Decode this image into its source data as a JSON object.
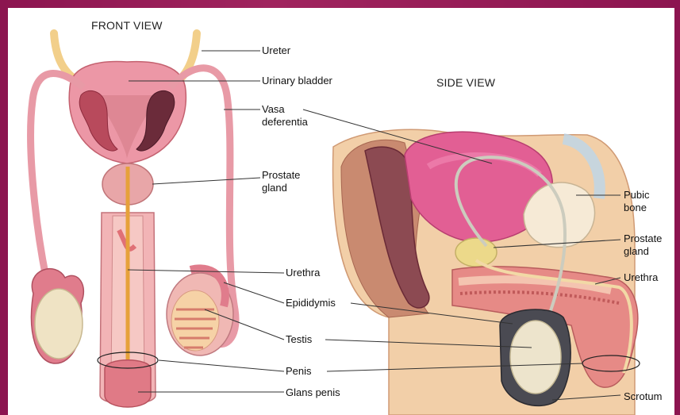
{
  "front_view": {
    "title": "FRONT VIEW",
    "labels": {
      "ureter": "Ureter",
      "urinary_bladder": "Urinary bladder",
      "vasa_deferentia_1": "Vasa",
      "vasa_deferentia_2": "deferentia",
      "prostate_gland_1": "Prostate",
      "prostate_gland_2": "gland",
      "urethra": "Urethra",
      "epididymis": "Epididymis",
      "testis": "Testis",
      "penis": "Penis",
      "glans_penis": "Glans penis"
    }
  },
  "side_view": {
    "title": "SIDE VIEW",
    "labels": {
      "pubic_bone_1": "Pubic",
      "pubic_bone_2": "bone",
      "prostate_gland_1": "Prostate",
      "prostate_gland_2": "gland",
      "urethra": "Urethra",
      "scrotum": "Scrotum"
    }
  },
  "colors": {
    "frame": "#8c1550",
    "tissue_pink": "#e8909c",
    "tube_pink": "#d9707e",
    "bladder": "#e46b9a",
    "ureter_tan": "#f2cf8a",
    "testis_cream": "#ece2c8",
    "skin": "#f0c8a8"
  }
}
